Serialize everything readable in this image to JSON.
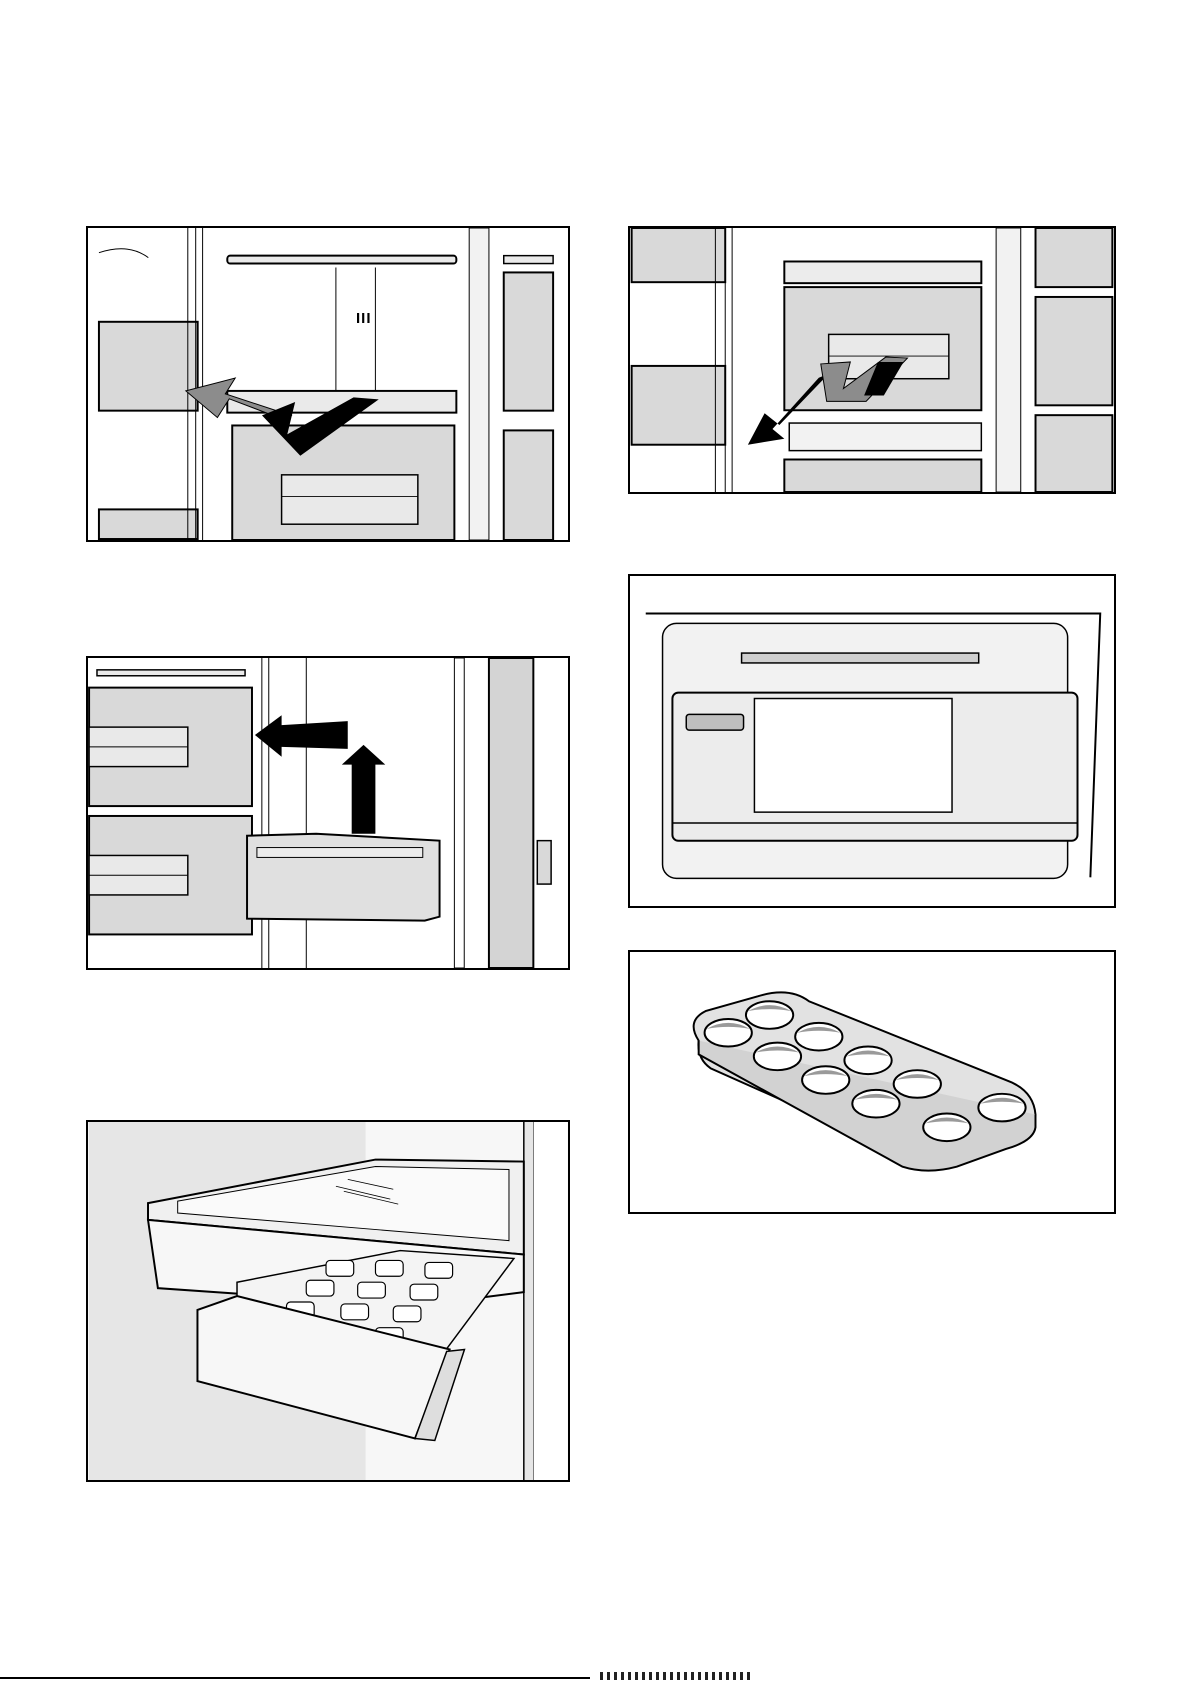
{
  "figures": [
    {
      "name": "shelf-lift-figure",
      "shelf_label": "III"
    },
    {
      "name": "drawer-pull-figure"
    },
    {
      "name": "door-bin-removal-figure"
    },
    {
      "name": "control-panel-figure"
    },
    {
      "name": "ice-tray-drawer-figure"
    },
    {
      "name": "egg-tray-figure"
    }
  ],
  "colors": {
    "line": "#000000",
    "fill_light": "#e6e6e6",
    "fill_mid": "#d2d2d2",
    "fill_dark": "#bfbfbf",
    "arrow_grey": "#8c8c8c"
  }
}
